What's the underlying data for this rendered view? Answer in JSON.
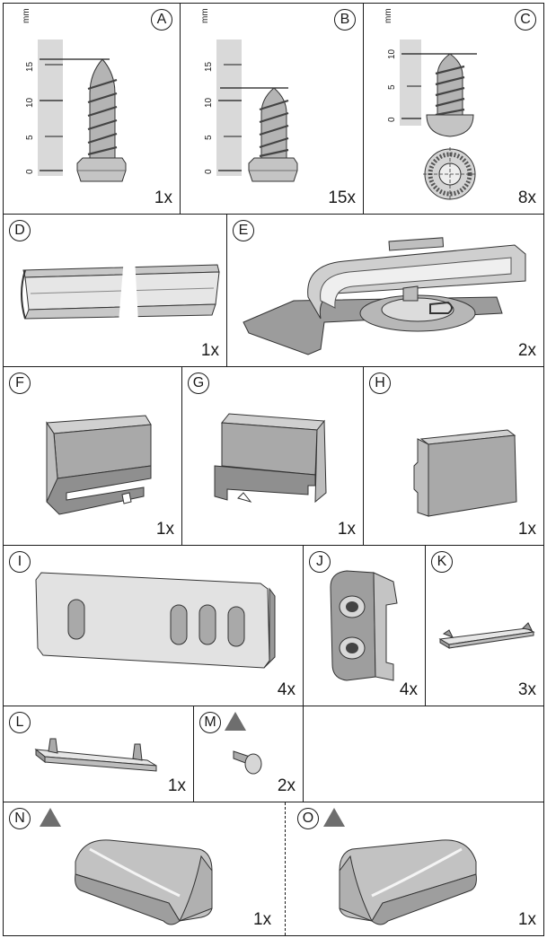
{
  "parts": {
    "a": {
      "letter": "A",
      "quantity": "1x",
      "unit": "mm",
      "ticks": [
        "0",
        "5",
        "10",
        "15"
      ]
    },
    "b": {
      "letter": "B",
      "quantity": "15x",
      "unit": "mm",
      "ticks": [
        "0",
        "5",
        "10",
        "15"
      ]
    },
    "c": {
      "letter": "C",
      "quantity": "8x",
      "unit": "mm",
      "ticks": [
        "0",
        "5",
        "10"
      ]
    },
    "d": {
      "letter": "D",
      "quantity": "1x"
    },
    "e": {
      "letter": "E",
      "quantity": "2x"
    },
    "f": {
      "letter": "F",
      "quantity": "1x"
    },
    "g": {
      "letter": "G",
      "quantity": "1x"
    },
    "h": {
      "letter": "H",
      "quantity": "1x"
    },
    "i": {
      "letter": "I",
      "quantity": "4x"
    },
    "j": {
      "letter": "J",
      "quantity": "4x"
    },
    "k": {
      "letter": "K",
      "quantity": "3x"
    },
    "l": {
      "letter": "L",
      "quantity": "1x"
    },
    "m": {
      "letter": "M",
      "quantity": "2x"
    },
    "n": {
      "letter": "N",
      "quantity": "1x"
    },
    "o": {
      "letter": "O",
      "quantity": "1x"
    }
  },
  "colors": {
    "part_fill": "#b4b4b4",
    "part_dark": "#8a8a8a",
    "ruler_band": "#d9d9d9",
    "warning_triangle": "#6e6e6e"
  }
}
